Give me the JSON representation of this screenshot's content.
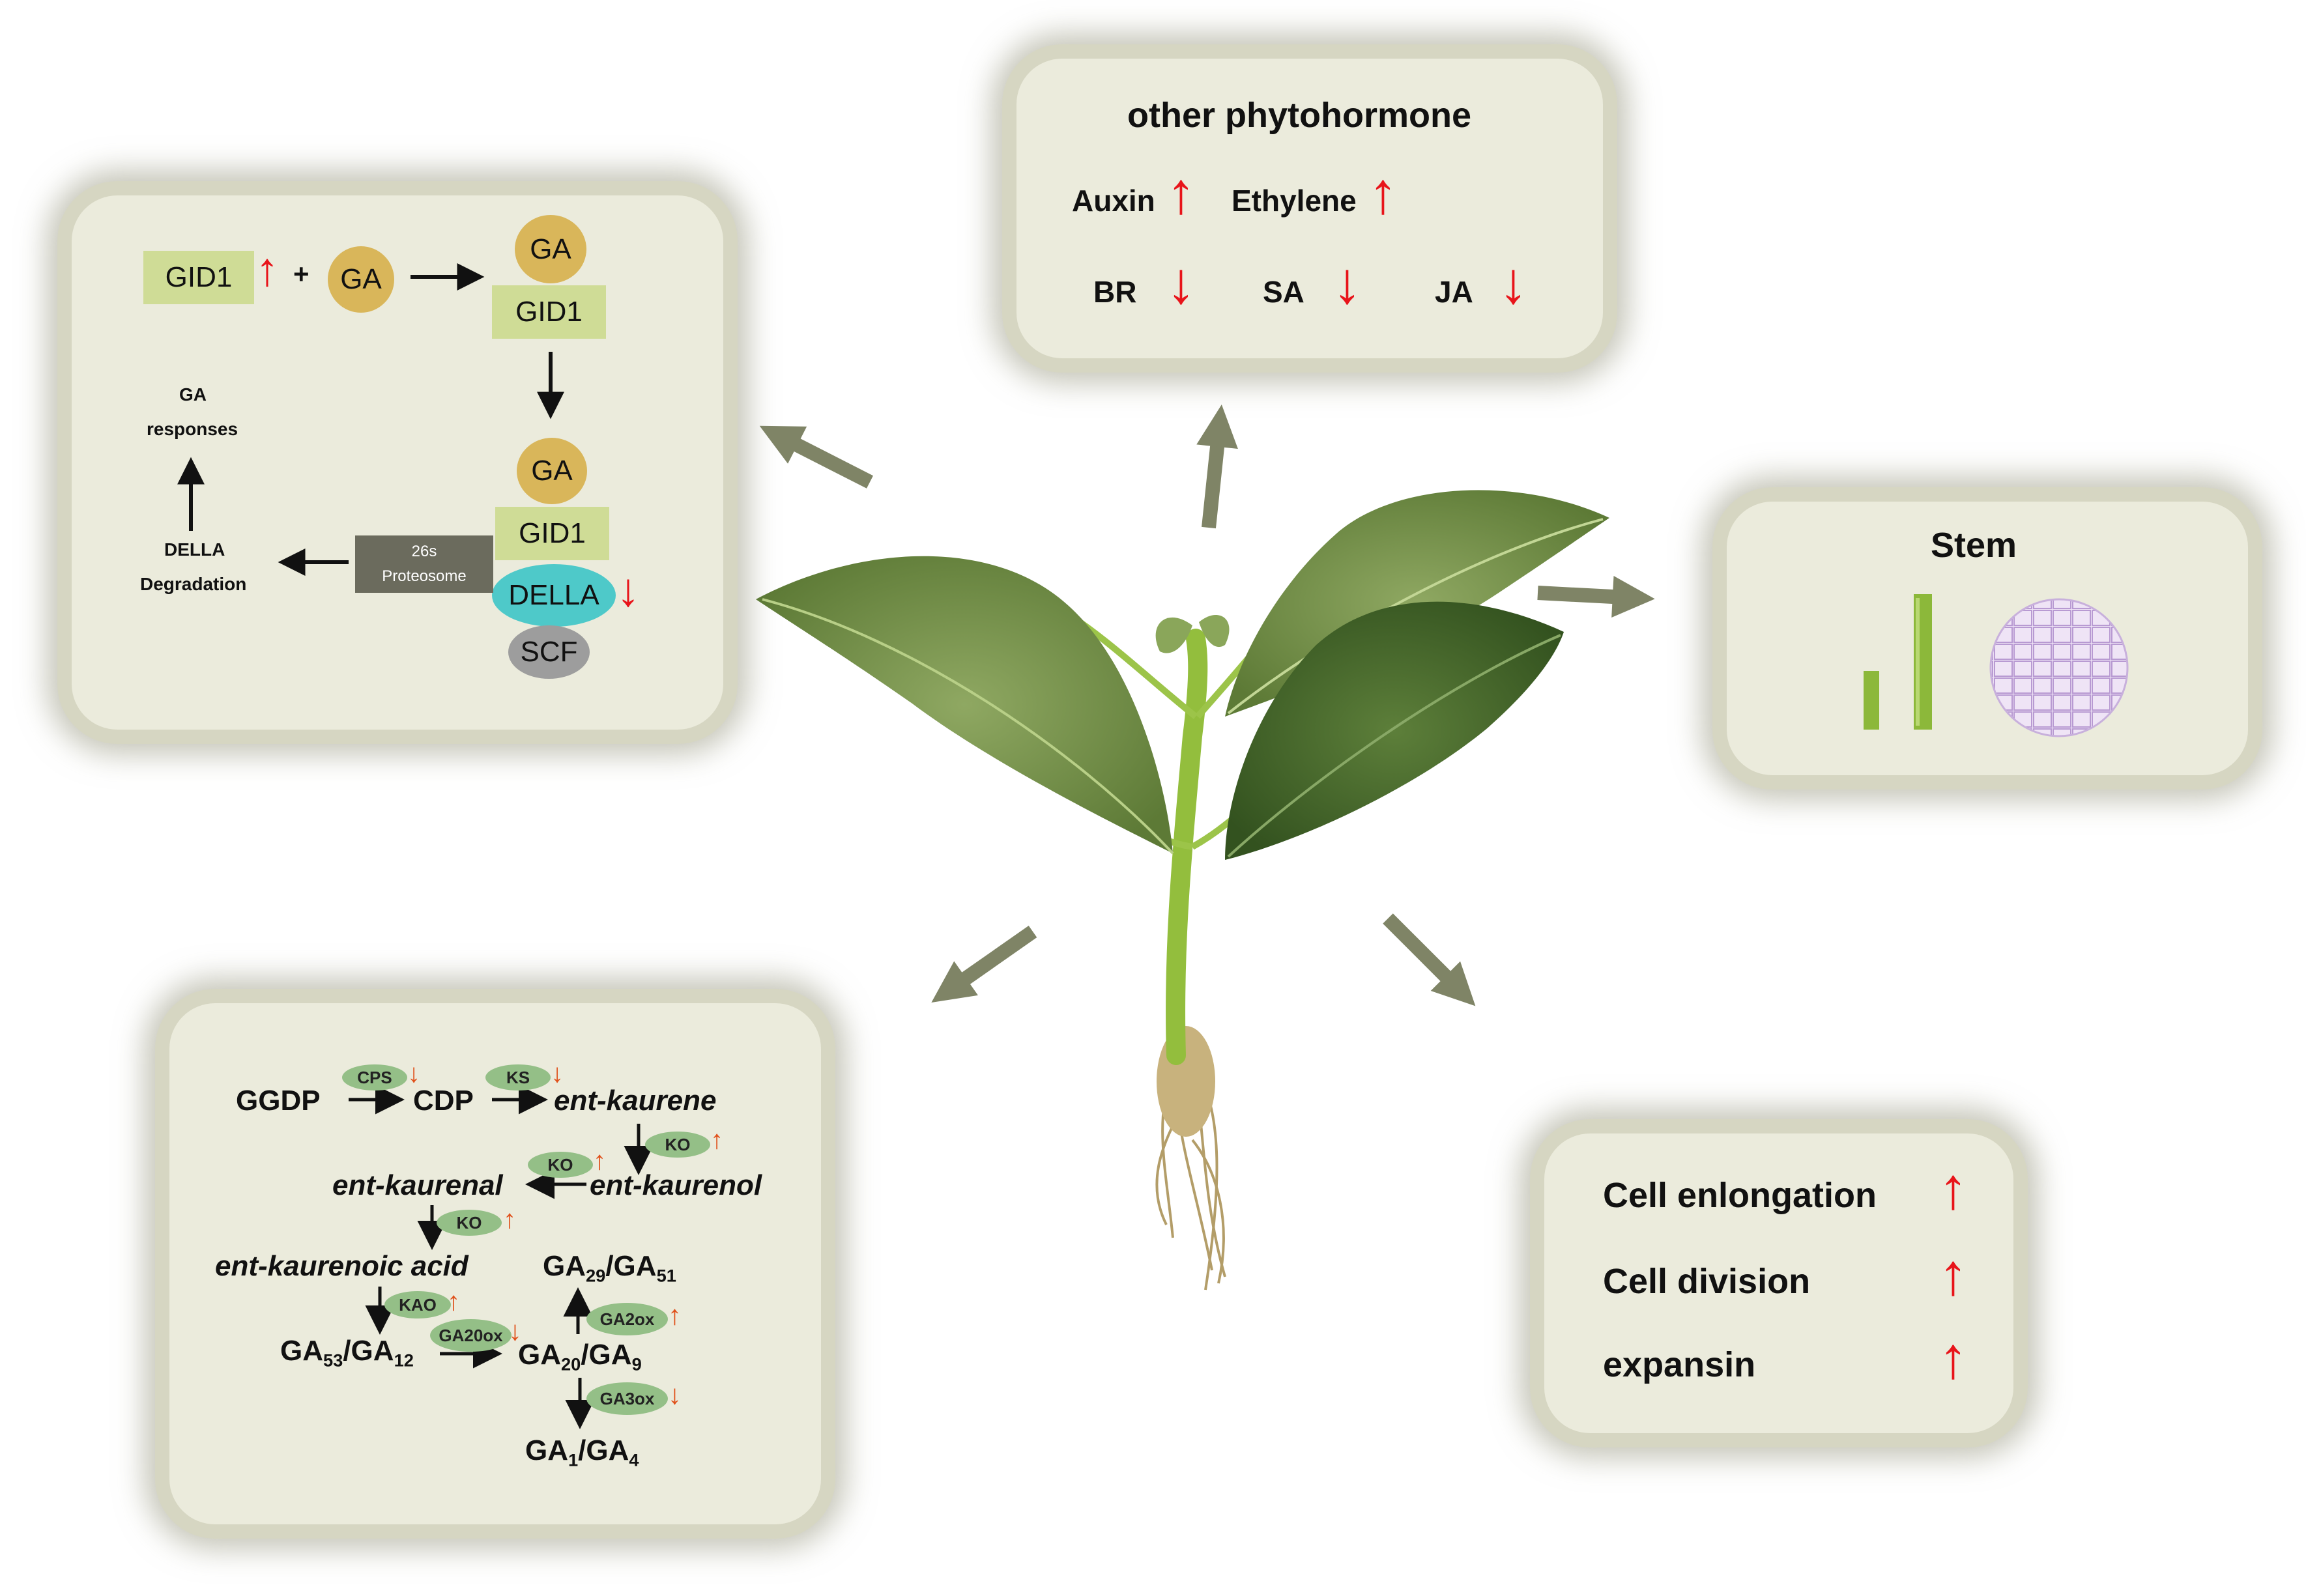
{
  "gid_panel": {
    "gid1": "GID1",
    "plus": "+",
    "ga": "GA",
    "ga_responses_1": "GA",
    "ga_responses_2": "responses",
    "della_degradation_1": "DELLA",
    "della_degradation_2": "Degradation",
    "proteosome_1": "26s",
    "proteosome_2": "Proteosome",
    "della": "DELLA",
    "scf": "SCF"
  },
  "hormone_panel": {
    "title": "other phytohormone",
    "up": [
      "Auxin",
      "Ethylene"
    ],
    "down": [
      "BR",
      "SA",
      "JA"
    ]
  },
  "stem_panel": {
    "title": "Stem"
  },
  "biosynthesis_panel": {
    "ggdp": "GGDP",
    "cdp": "CDP",
    "ent_kaurene": "ent-kaurene",
    "ent_kaurenol": "ent-kaurenol",
    "ent_kaurenal": "ent-kaurenal",
    "ent_kaurenoic_acid": "ent-kaurenoic acid",
    "enzymes": {
      "cps": "CPS",
      "ks": "KS",
      "ko": "KO",
      "kao": "KAO",
      "ga20ox": "GA20ox",
      "ga2ox": "GA2ox",
      "ga3ox": "GA3ox"
    }
  },
  "cell_panel": {
    "items": [
      "Cell enlongation",
      "Cell division",
      "expansin"
    ]
  },
  "colors": {
    "panel_bg": "#ebebdc",
    "up_arrow": "#e8141a",
    "connector_arrow": "#7f8466",
    "gid1_box": "#cfdc96",
    "ga_circle": "#d9b65a",
    "della": "#4ec9c9",
    "scf": "#9d9d9d",
    "proteosome": "#6b6b5d",
    "enzyme": "#94bf87"
  }
}
